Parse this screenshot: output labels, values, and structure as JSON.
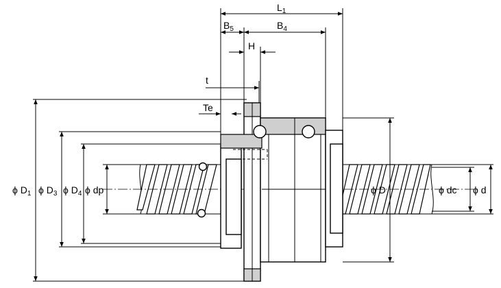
{
  "dimensions": {
    "L1": {
      "main": "L",
      "sub": "1"
    },
    "B5": {
      "main": "B",
      "sub": "5"
    },
    "B4": {
      "main": "B",
      "sub": "4"
    },
    "H": {
      "main": "H"
    },
    "t": {
      "main": "t"
    },
    "Te": {
      "main": "Te"
    },
    "phiD1": {
      "main": "ϕ D",
      "sub": "1"
    },
    "phiD3": {
      "main": "ϕ D",
      "sub": "3"
    },
    "phiD4": {
      "main": "ϕ D",
      "sub": "4"
    },
    "phidp": {
      "main": "ϕ dp"
    },
    "phiD": {
      "main": "ϕ D"
    },
    "phidc": {
      "main": "ϕ dc"
    },
    "phid": {
      "main": "ϕ d"
    }
  },
  "colors": {
    "line": "#000000",
    "shade": "#cfcfcf",
    "background": "#ffffff"
  }
}
